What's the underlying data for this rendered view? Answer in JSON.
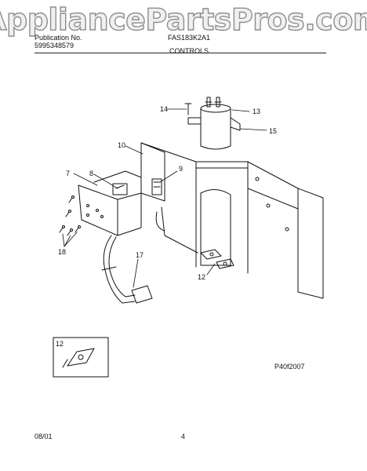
{
  "watermark": {
    "text": "AppliancePartsPros.com"
  },
  "header": {
    "pub_label": "Publication No.",
    "pub_number": "5995348579",
    "model": "FAS183K2A1",
    "section": "CONTROLS"
  },
  "callouts": {
    "c7": "7",
    "c8": "8",
    "c9": "9",
    "c10": "10",
    "c12": "12",
    "c12b": "12",
    "c13": "13",
    "c14": "14",
    "c15": "15",
    "c17": "17",
    "c18": "18"
  },
  "figure_code": "P40f2007",
  "footer": {
    "date": "08/01",
    "page": "4"
  },
  "colors": {
    "ink": "#111111",
    "watermark_stroke": "#8e8e8e"
  }
}
